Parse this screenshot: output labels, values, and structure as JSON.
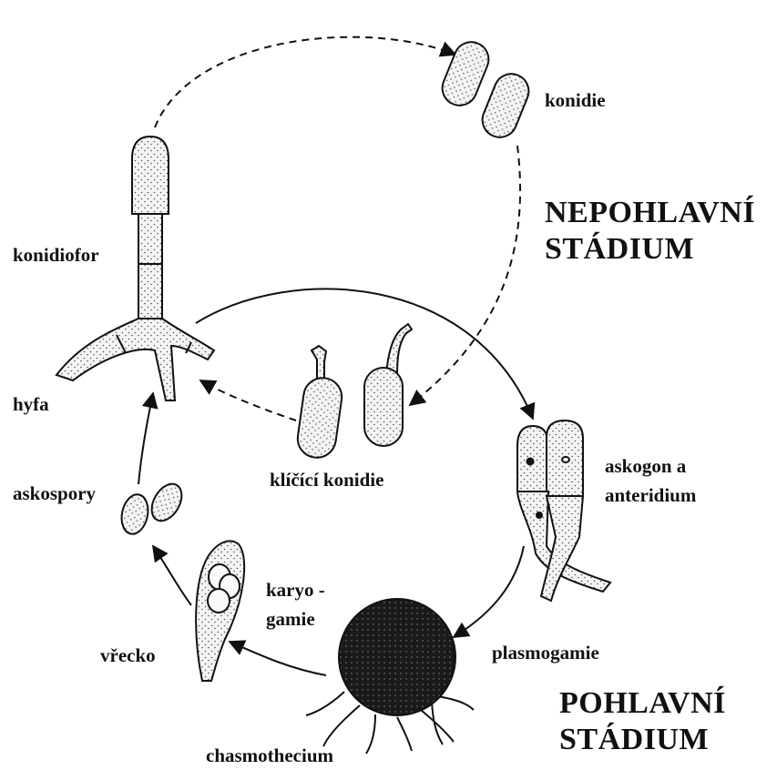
{
  "labels": {
    "konidie": "konidie",
    "konidiofor": "konidiofor",
    "hyfa": "hyfa",
    "askospory": "askospory",
    "klicici_konidie": "klíčící konidie",
    "askogon_line1": "askogon a",
    "askogon_line2": "anteridium",
    "karyo_line1": "karyo -",
    "karyo_line2": "gamie",
    "vrecko": "vřecko",
    "plasmogamie": "plasmogamie",
    "chasmothecium": "chasmothecium"
  },
  "stages": {
    "asexual_line1": "NEPOHLAVNÍ",
    "asexual_line2": "STÁDIUM",
    "sexual_line1": "POHLAVNÍ",
    "sexual_line2": "STÁDIUM"
  },
  "colors": {
    "ink": "#111111",
    "cell_fill": "#f4f4f4",
    "dots": "#555555",
    "fruiting_body": "#1a1a1a"
  }
}
